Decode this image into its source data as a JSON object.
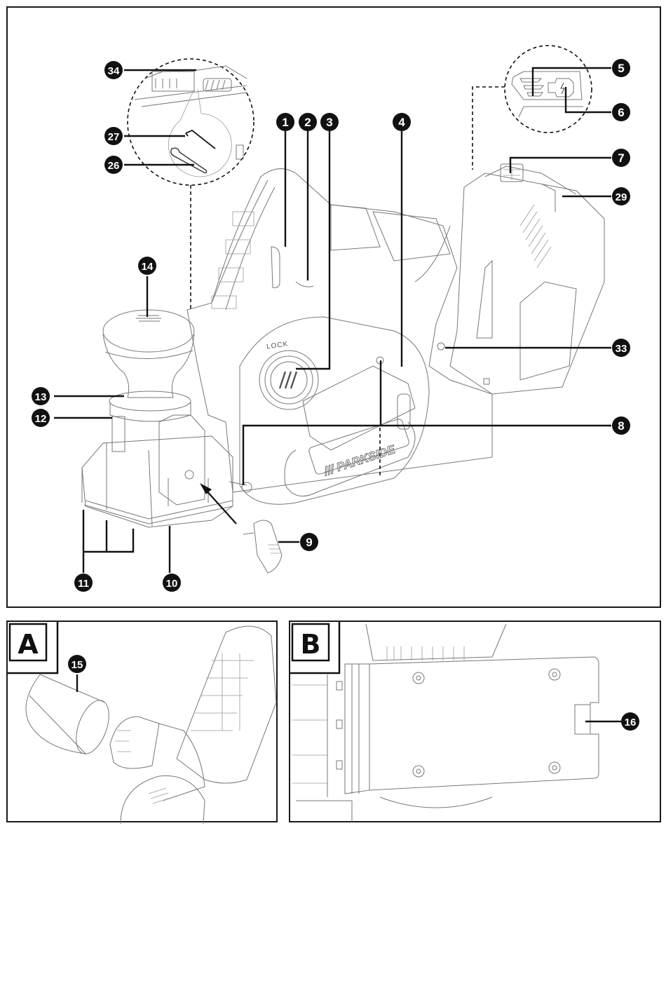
{
  "figure": {
    "main": {
      "callouts": [
        {
          "id": "c1",
          "number": "1"
        },
        {
          "id": "c2",
          "number": "2"
        },
        {
          "id": "c3",
          "number": "3"
        },
        {
          "id": "c4",
          "number": "4"
        },
        {
          "id": "c5",
          "number": "5"
        },
        {
          "id": "c6",
          "number": "6"
        },
        {
          "id": "c7",
          "number": "7"
        },
        {
          "id": "c8",
          "number": "8"
        },
        {
          "id": "c9",
          "number": "9"
        },
        {
          "id": "c10",
          "number": "10"
        },
        {
          "id": "c11",
          "number": "11"
        },
        {
          "id": "c12",
          "number": "12"
        },
        {
          "id": "c13",
          "number": "13"
        },
        {
          "id": "c14",
          "number": "14"
        },
        {
          "id": "c26",
          "number": "26"
        },
        {
          "id": "c27",
          "number": "27"
        },
        {
          "id": "c29",
          "number": "29"
        },
        {
          "id": "c33",
          "number": "33"
        },
        {
          "id": "c34",
          "number": "34"
        }
      ],
      "labels": {
        "lock": "LOCK",
        "brand": "/// PARKSIDE",
        "brand_logo": "///"
      }
    },
    "panel_a": {
      "letter": "A",
      "callouts": [
        {
          "id": "c15",
          "number": "15"
        }
      ]
    },
    "panel_b": {
      "letter": "B",
      "callouts": [
        {
          "id": "c16",
          "number": "16"
        }
      ]
    }
  }
}
